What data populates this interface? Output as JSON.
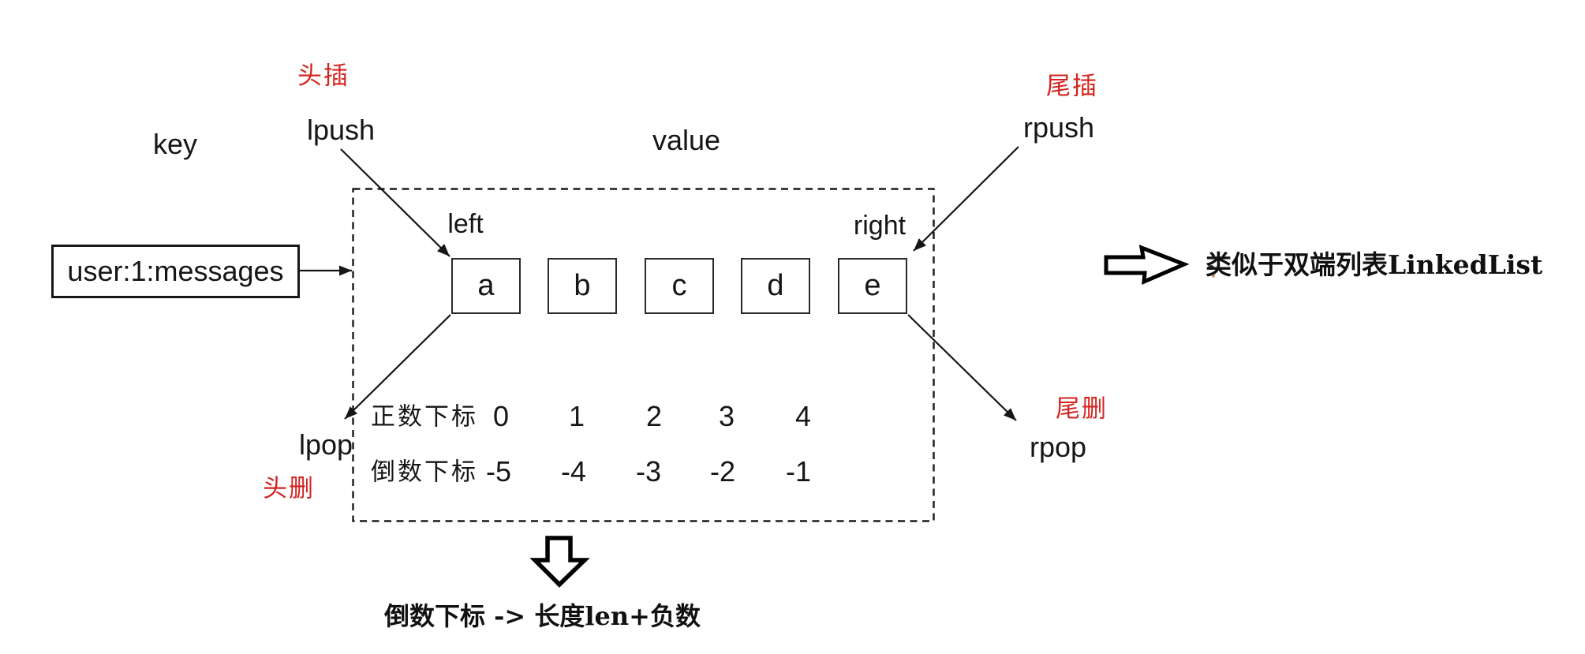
{
  "diagram": {
    "title_semantics": "redis-list-structure",
    "key_label": "key",
    "key_box_text": "user:1:messages",
    "value_label": "value",
    "left_label": "left",
    "right_label": "right",
    "ops": {
      "head_insert_cn": "头插",
      "lpush": "lpush",
      "tail_insert_cn": "尾插",
      "rpush": "rpush",
      "head_delete_cn": "头删",
      "lpop": "lpop",
      "tail_delete_cn": "尾删",
      "rpop": "rpop"
    },
    "cells": [
      "a",
      "b",
      "c",
      "d",
      "e"
    ],
    "index_rows": {
      "positive_label": "正数下标",
      "positive": [
        "0",
        "1",
        "2",
        "3",
        "4"
      ],
      "negative_label": "倒数下标",
      "negative": [
        "-5",
        "-4",
        "-3",
        "-2",
        "-1"
      ]
    },
    "notes": {
      "linkedlist_note": "类似于双端列表LinkedList",
      "negative_index_formula": "倒数下标 -> 长度len+负数"
    },
    "colors": {
      "ink": "#161616",
      "red_accent": "#d32420",
      "background": "#ffffff"
    }
  }
}
